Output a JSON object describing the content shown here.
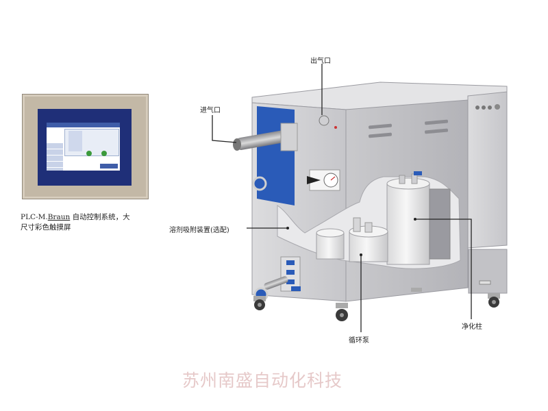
{
  "callouts": {
    "outlet": "出气口",
    "inlet": "进气口",
    "solvent_adsorber": "溶剂吸附装置(选配)",
    "circulation_pump": "循环泵",
    "purifier_column": "净化柱"
  },
  "caption": {
    "line1_prefix": "PLC-M.",
    "line1_brand": "Braun",
    "line1_suffix": " 自动控制系统，大",
    "line2": "尺寸彩色触摸屏"
  },
  "screen": {
    "title": "MBRAUN"
  },
  "watermark": "苏州南盛自动化科技",
  "colors": {
    "panel_frame": "#c3b8a6",
    "panel_bezel": "#1f2f78",
    "cabinet_gray": "#b9b9bd",
    "accent_blue": "#2a5bb8",
    "watermark": "#e6c9c9"
  },
  "icons": [
    "touch-panel",
    "cabinet",
    "pipe",
    "valve",
    "wheel"
  ]
}
